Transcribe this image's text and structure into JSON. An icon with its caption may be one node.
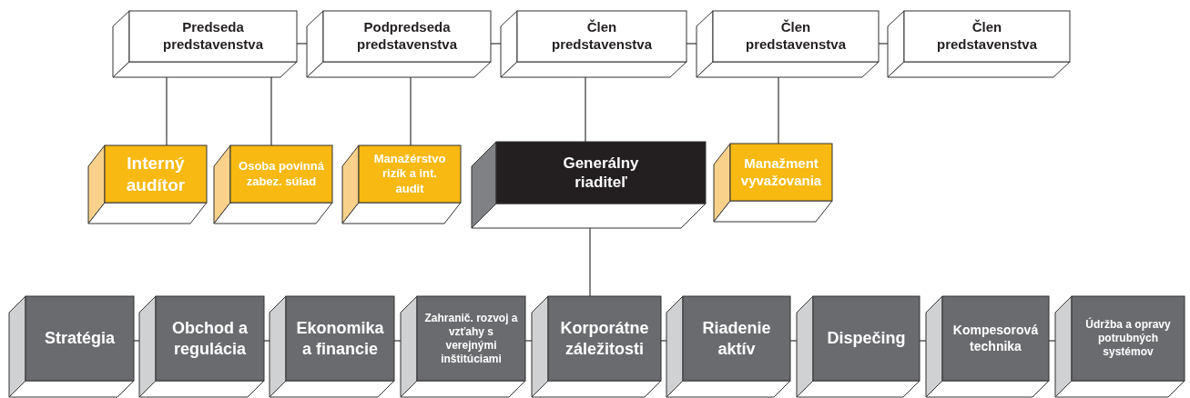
{
  "diagram": {
    "nodes": [
      {
        "text": [
          "Predseda predstavenstva"
        ]
      },
      {
        "text": [
          "Podpredseda predstavenstva"
        ]
      },
      {
        "text": [
          "Člen predstavenstva"
        ]
      },
      {
        "text": [
          "Člen predstavenstva"
        ]
      },
      {
        "text": [
          "Člen predstavenstva"
        ]
      },
      {
        "text": [
          "Interný audítor"
        ]
      },
      {
        "text": [
          "Osoba povinná zabez. súlad"
        ]
      },
      {
        "text": [
          "Manažérstvo rizík a int. audit"
        ]
      },
      {
        "text": [
          "Generálny riaditeľ"
        ]
      },
      {
        "text": [
          "Manažment vyvažovania"
        ]
      },
      {
        "text": [
          "Stratégia"
        ]
      },
      {
        "text": [
          "Obchod a regulácia"
        ]
      },
      {
        "text": [
          "Ekonomika a financie"
        ]
      },
      {
        "text": [
          "Zahranič. rozvoj a vzťahy s verejnými inštitúciami"
        ]
      },
      {
        "text": [
          "Korporátne záležitosti"
        ]
      },
      {
        "text": [
          "Riadenie aktív"
        ]
      },
      {
        "text": [
          "Dispečing"
        ]
      },
      {
        "text": [
          "Kompesorová technika"
        ]
      },
      {
        "text": [
          "Údržba a opravy potrubných systémov"
        ]
      }
    ],
    "edges": [
      {
        "from": 0,
        "to": 1,
        "arrow": "none"
      },
      {
        "from": 1,
        "to": 2,
        "arrow": "none"
      },
      {
        "from": 2,
        "to": 3,
        "arrow": "none"
      },
      {
        "from": 3,
        "to": 4,
        "arrow": "none"
      },
      {
        "from": 0,
        "to": 5,
        "arrow": "none"
      },
      {
        "from": 0,
        "to": 6,
        "arrow": "none"
      },
      {
        "from": 1,
        "to": 7,
        "arrow": "none"
      },
      {
        "from": 2,
        "to": 8,
        "arrow": "none"
      },
      {
        "from": 3,
        "to": 9,
        "arrow": "none"
      },
      {
        "from": 8,
        "to": 14,
        "arrow": "none"
      },
      {
        "from": 10,
        "to": 11,
        "arrow": "none"
      },
      {
        "from": 11,
        "to": 12,
        "arrow": "none"
      },
      {
        "from": 12,
        "to": 13,
        "arrow": "none"
      },
      {
        "from": 13,
        "to": 14,
        "arrow": "none"
      },
      {
        "from": 14,
        "to": 15,
        "arrow": "none"
      },
      {
        "from": 15,
        "to": 16,
        "arrow": "none"
      },
      {
        "from": 16,
        "to": 17,
        "arrow": "none"
      },
      {
        "from": 17,
        "to": 18,
        "arrow": "none"
      }
    ]
  }
}
